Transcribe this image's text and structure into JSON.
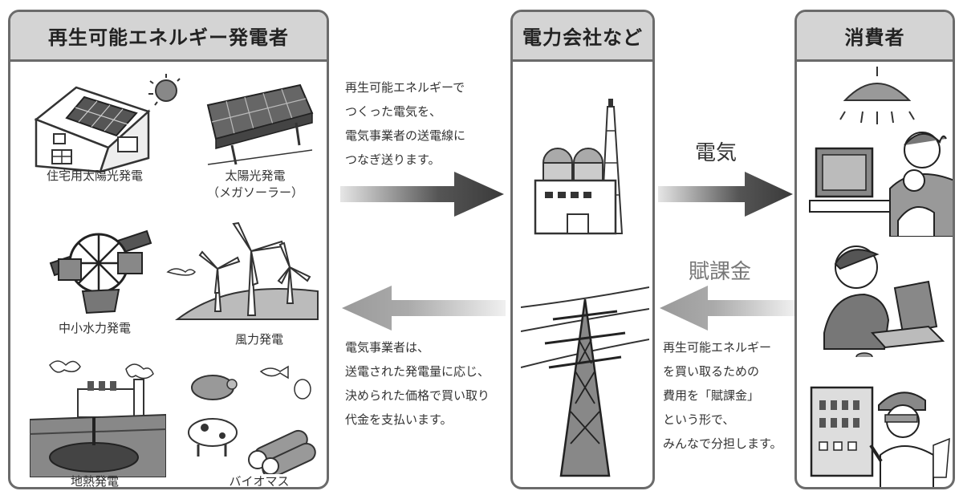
{
  "producers": {
    "title": "再生可能エネルギー発電者",
    "items": [
      {
        "label": "住宅用太陽光発電"
      },
      {
        "label": "太陽光発電\n（メガソーラー）"
      },
      {
        "label": "中小水力発電"
      },
      {
        "label": "風力発電"
      },
      {
        "label": "地熱発電"
      },
      {
        "label": "バイオマス"
      }
    ]
  },
  "utility": {
    "title": "電力会社など"
  },
  "consumers": {
    "title": "消費者"
  },
  "flows": {
    "top_description": [
      "再生可能エネルギーで",
      "つくった電気を、",
      "電気事業者の送電線に",
      "つなぎ送ります。"
    ],
    "bottom_description": [
      "電気事業者は、",
      "送電された発電量に応じ、",
      "決められた価格で買い取り",
      "代金を支払います。"
    ],
    "electricity_label": "電気",
    "levy_label": "賦課金",
    "levy_description": [
      "再生可能エネルギー",
      "を買い取るための",
      "費用を「賦課金」",
      "という形で、",
      "みんなで分担します。"
    ]
  },
  "colors": {
    "border": "#6b6b6b",
    "header_fill": "#d4d4d4",
    "arrow_dark": "#3a3a3a",
    "arrow_light": "#9a9a9a"
  }
}
